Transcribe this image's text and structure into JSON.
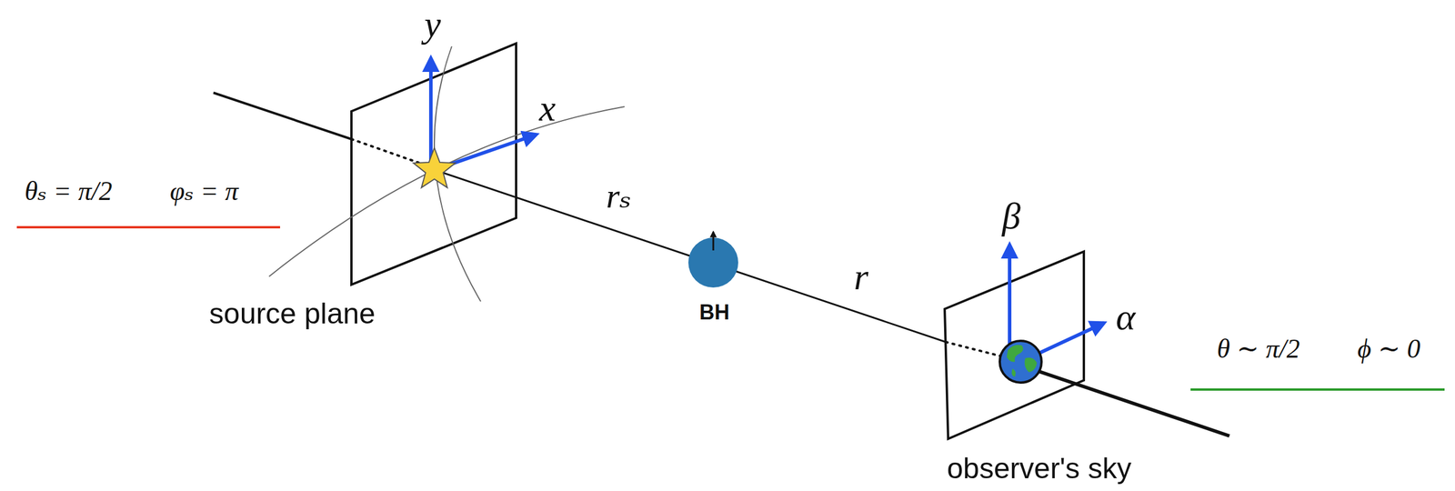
{
  "diagram": {
    "labels": [
      "y",
      "x",
      "θₛ = π/2",
      "φₛ = π",
      "rₛ",
      "r",
      "β",
      "α",
      "θ ∼ π/2",
      "ϕ ∼ 0",
      "source plane",
      "BH",
      "observer's sky"
    ]
  }
}
